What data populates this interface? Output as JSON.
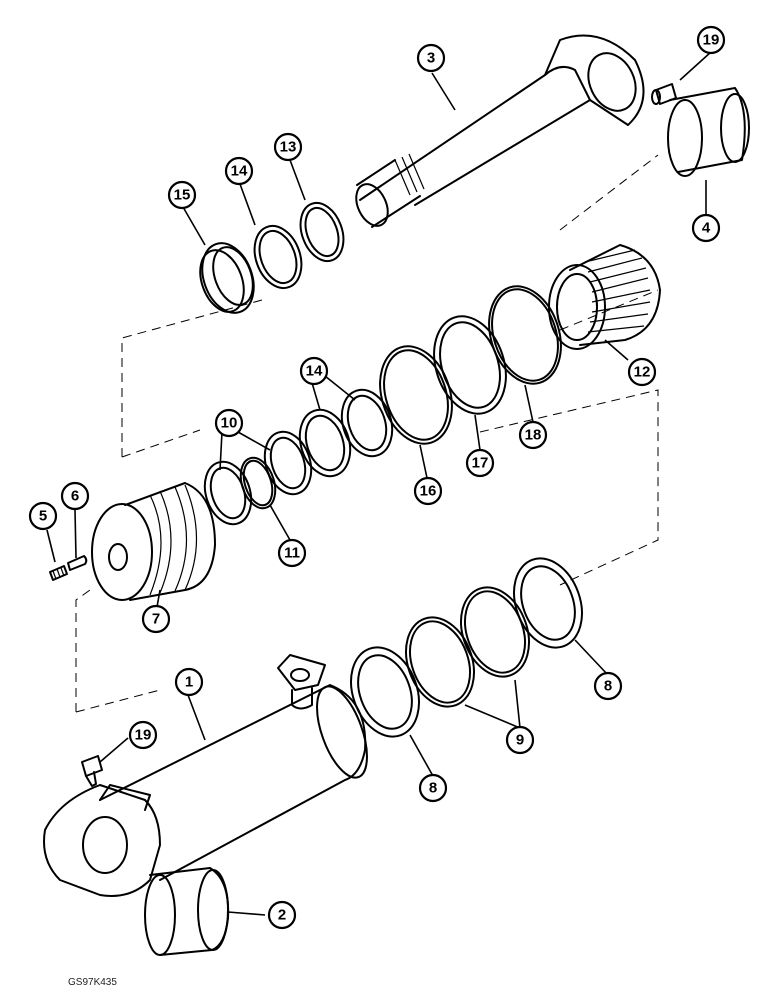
{
  "reference_code": "GS97K435",
  "callouts": [
    {
      "label": "1"
    },
    {
      "label": "2"
    },
    {
      "label": "3"
    },
    {
      "label": "4"
    },
    {
      "label": "5"
    },
    {
      "label": "6"
    },
    {
      "label": "7"
    },
    {
      "label": "8"
    },
    {
      "label": "8"
    },
    {
      "label": "9"
    },
    {
      "label": "10"
    },
    {
      "label": "11"
    },
    {
      "label": "12"
    },
    {
      "label": "13"
    },
    {
      "label": "14"
    },
    {
      "label": "14"
    },
    {
      "label": "15"
    },
    {
      "label": "16"
    },
    {
      "label": "17"
    },
    {
      "label": "18"
    },
    {
      "label": "19"
    },
    {
      "label": "19"
    }
  ]
}
